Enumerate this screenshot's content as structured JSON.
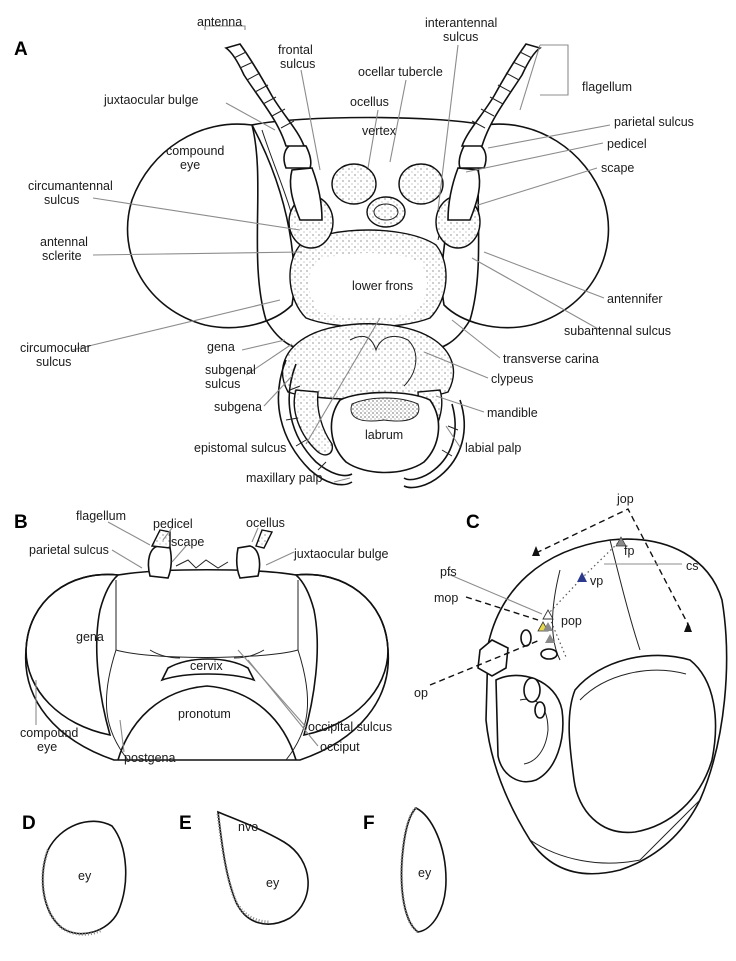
{
  "panels": {
    "a": "A",
    "b": "B",
    "c": "C",
    "d": "D",
    "e": "E",
    "f": "F"
  },
  "labels_a": {
    "antenna": "antenna",
    "frontal_sulcus_1": "frontal",
    "frontal_sulcus_2": "sulcus",
    "interantennal_sulcus_1": "interantennal",
    "interantennal_sulcus_2": "sulcus",
    "ocellar_tubercle": "ocellar tubercle",
    "flagellum": "flagellum",
    "ocellus": "ocellus",
    "juxtaocular_bulge": "juxtaocular bulge",
    "vertex": "vertex",
    "parietal_sulcus": "parietal sulcus",
    "pedicel": "pedicel",
    "compound_eye_1": "compound",
    "compound_eye_2": "eye",
    "scape": "scape",
    "circumantennal_sulcus_1": "circumantennal",
    "circumantennal_sulcus_2": "sulcus",
    "antennal_sclerite_1": "antennal",
    "antennal_sclerite_2": "sclerite",
    "lower_frons": "lower frons",
    "antennifer": "antennifer",
    "subantennal_sulcus": "subantennal sulcus",
    "circumocular_sulcus_1": "circumocular",
    "circumocular_sulcus_2": "sulcus",
    "gena": "gena",
    "subgenal_sulcus_1": "subgenal",
    "subgenal_sulcus_2": "sulcus",
    "transverse_carina": "transverse carina",
    "clypeus": "clypeus",
    "subgena": "subgena",
    "mandible": "mandible",
    "labrum": "labrum",
    "epistomal_sulcus": "epistomal sulcus",
    "labial_palp": "labial palp",
    "maxillary_palp": "maxillary palp"
  },
  "labels_b": {
    "flagellum": "flagellum",
    "pedicel": "pedicel",
    "ocellus": "ocellus",
    "parietal_sulcus": "parietal sulcus",
    "scape": "scape",
    "juxtaocular_bulge": "juxtaocular bulge",
    "gena": "gena",
    "cervix": "cervix",
    "pronotum": "pronotum",
    "occipital_sulcus": "occipital sulcus",
    "compound_eye_1": "compound",
    "compound_eye_2": "eye",
    "occiput": "occiput",
    "postgena": "postgena"
  },
  "labels_c": {
    "jop": "jop",
    "fp": "fp",
    "cs": "cs",
    "vp": "vp",
    "pfs": "pfs",
    "mop": "mop",
    "pop": "pop",
    "op": "op"
  },
  "labels_def": {
    "ey_d": "ey",
    "nve": "nve",
    "ey_e": "ey",
    "ey_f": "ey"
  },
  "colors": {
    "vp_marker": "#2b3a8c",
    "pop_marker": "#e8d84a",
    "grey_marker": "#8a8a8a",
    "leader": "#8c8c8c"
  }
}
